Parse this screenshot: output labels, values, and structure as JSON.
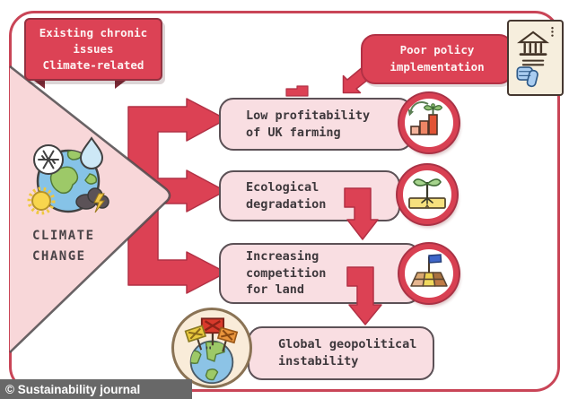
{
  "banner": {
    "text": "Existing chronic\nissues\nClimate-related"
  },
  "policy": {
    "text": "Poor policy\nimplementation"
  },
  "climate": {
    "text": "CLIMATE\nCHANGE"
  },
  "causes": [
    {
      "text": "Low profitability\nof UK farming",
      "icon": "declining-bars-plant-icon"
    },
    {
      "text": "Ecological\ndegradation",
      "icon": "sprout-soil-icon"
    },
    {
      "text": "Increasing\ncompetition\nfor land",
      "icon": "land-parcel-flag-icon"
    }
  ],
  "outcome": {
    "text": "Global geopolitical\ninstability",
    "icon": "globe-conflict-flags-icon"
  },
  "credit": {
    "text": "© Sustainability journal"
  },
  "colors": {
    "arrow_red": "#dc4154",
    "pentagon_pink": "#f8d7d9",
    "box_pink": "#f9dee2",
    "frame_red": "#c94557",
    "card_cream": "#f6eedd",
    "thumb_blue": "#aacdf1"
  }
}
